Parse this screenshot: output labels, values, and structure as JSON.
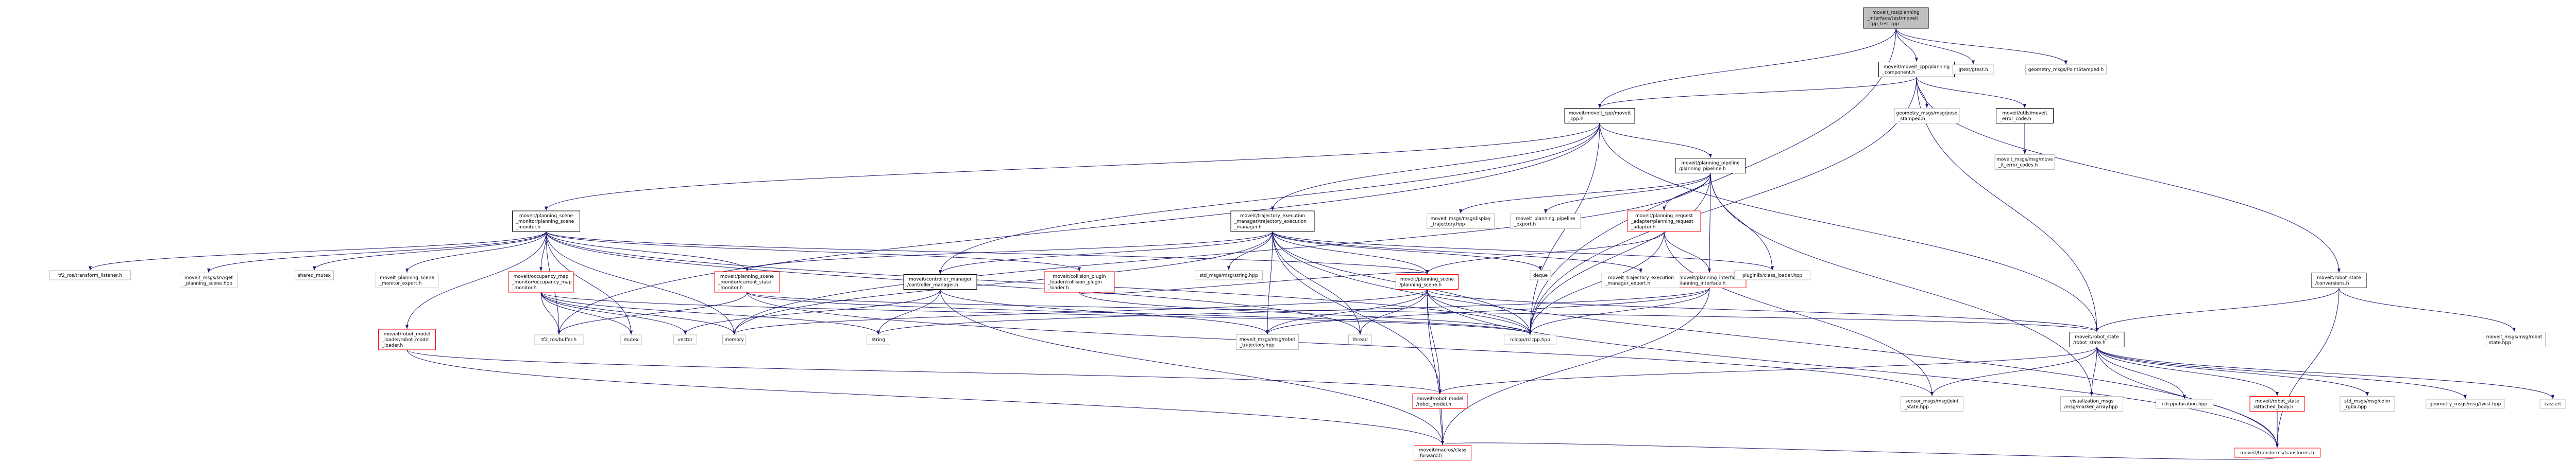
{
  "title": "Include dependency graph for moveit_cpp_test.cpp",
  "colors": {
    "edge": "#191970",
    "root_fill": "#bfbfbf",
    "node_fill": "#ffffff",
    "linked_border": "#000000",
    "unlinked_border": "#bfbfbf",
    "nested_border": "#ff0000"
  },
  "nodes": [
    {
      "id": "root",
      "lines": [
        "moveit_ros/planning",
        "_interface/test/moveit",
        "_cpp_test.cpp"
      ],
      "style": "root"
    },
    {
      "id": "pc",
      "lines": [
        "moveit/moveit_cpp/planning",
        "_component.h"
      ],
      "style": "linked"
    },
    {
      "id": "gtest",
      "lines": [
        "gtest/gtest.h"
      ],
      "style": "unlinked"
    },
    {
      "id": "psgm",
      "lines": [
        "geometry_msgs/PointStamped.h"
      ],
      "style": "unlinked"
    },
    {
      "id": "mcpp",
      "lines": [
        "moveit/moveit_cpp/moveit",
        "_cpp.h"
      ],
      "style": "linked"
    },
    {
      "id": "posestamped",
      "lines": [
        "geometry_msgs/msg/pose",
        "_stamped.h"
      ],
      "style": "unlinked"
    },
    {
      "id": "errcode",
      "lines": [
        "moveit/utils/moveit",
        "_error_code.h"
      ],
      "style": "linked"
    },
    {
      "id": "moveiterr",
      "lines": [
        "moveit_msgs/msg/move",
        "_it_error_codes.h"
      ],
      "style": "unlinked"
    },
    {
      "id": "ppl",
      "lines": [
        "moveit/planning_pipeline",
        "/planning_pipeline.h"
      ],
      "style": "linked"
    },
    {
      "id": "psm",
      "lines": [
        "moveit/planning_scene",
        "_monitor/planning_scene",
        "_monitor.h"
      ],
      "style": "linked"
    },
    {
      "id": "tem",
      "lines": [
        "moveit/trajectory_execution",
        "_manager/trajectory_execution",
        "_manager.h"
      ],
      "style": "linked"
    },
    {
      "id": "rsconv",
      "lines": [
        "moveit/robot_state",
        "/conversions.h"
      ],
      "style": "linked"
    },
    {
      "id": "disptraj",
      "lines": [
        "moveit_msgs/msg/display",
        "_trajectory.hpp"
      ],
      "style": "unlinked"
    },
    {
      "id": "pplexport",
      "lines": [
        "moveit_planning_pipeline",
        "_export.h"
      ],
      "style": "unlinked"
    },
    {
      "id": "preqadapter",
      "lines": [
        "moveit/planning_request",
        "_adapter/planning_request",
        "_adapter.h"
      ],
      "style": "nested"
    },
    {
      "id": "pinterface",
      "lines": [
        "moveit/planning_interface",
        "/planning_interface.h"
      ],
      "style": "nested"
    },
    {
      "id": "tf2listener",
      "lines": [
        "tf2_ros/transform_listener.h"
      ],
      "style": "unlinked"
    },
    {
      "id": "getps",
      "lines": [
        "moveit_msgs/srv/get",
        "_planning_scene.hpp"
      ],
      "style": "unlinked"
    },
    {
      "id": "sharedmutex",
      "lines": [
        "shared_mutex"
      ],
      "style": "unlinked"
    },
    {
      "id": "psmexport",
      "lines": [
        "moveit_planning_scene",
        "_monitor_export.h"
      ],
      "style": "unlinked"
    },
    {
      "id": "occmap",
      "lines": [
        "moveit/occupancy_map",
        "_monitor/occupancy_map",
        "_monitor.h"
      ],
      "style": "nested"
    },
    {
      "id": "csm",
      "lines": [
        "moveit/planning_scene",
        "_monitor/current_state",
        "_monitor.h"
      ],
      "style": "nested"
    },
    {
      "id": "ctrlmgr",
      "lines": [
        "moveit/controller_manager",
        "/controller_manager.h"
      ],
      "style": "linked"
    },
    {
      "id": "collplugin",
      "lines": [
        "moveit/collision_plugin",
        "_loader/collision_plugin",
        "_loader.h"
      ],
      "style": "nested"
    },
    {
      "id": "stdstring",
      "lines": [
        "std_msgs/msg/string.hpp"
      ],
      "style": "unlinked"
    },
    {
      "id": "ps",
      "lines": [
        "moveit/planning_scene",
        "/planning_scene.h"
      ],
      "style": "nested"
    },
    {
      "id": "deque",
      "lines": [
        "deque"
      ],
      "style": "unlinked"
    },
    {
      "id": "temexport",
      "lines": [
        "moveit_trajectory_execution",
        "_manager_export.h"
      ],
      "style": "unlinked"
    },
    {
      "id": "pluginlib",
      "lines": [
        "pluginlib/class_loader.hpp"
      ],
      "style": "unlinked"
    },
    {
      "id": "rmloader",
      "lines": [
        "moveit/robot_model",
        "_loader/robot_model",
        "_loader.h"
      ],
      "style": "nested"
    },
    {
      "id": "tf2buffer",
      "lines": [
        "tf2_ros/buffer.h"
      ],
      "style": "unlinked"
    },
    {
      "id": "mutex",
      "lines": [
        "mutex"
      ],
      "style": "unlinked"
    },
    {
      "id": "vector",
      "lines": [
        "vector"
      ],
      "style": "unlinked"
    },
    {
      "id": "memory",
      "lines": [
        "memory"
      ],
      "style": "unlinked"
    },
    {
      "id": "string",
      "lines": [
        "string"
      ],
      "style": "unlinked"
    },
    {
      "id": "robottraj",
      "lines": [
        "moveit_msgs/msg/robot",
        "_trajectory.hpp"
      ],
      "style": "unlinked"
    },
    {
      "id": "thread",
      "lines": [
        "thread"
      ],
      "style": "unlinked"
    },
    {
      "id": "rclcpp",
      "lines": [
        "rclcpp/rclcpp.hpp"
      ],
      "style": "unlinked"
    },
    {
      "id": "rs",
      "lines": [
        "moveit/robot_state",
        "/robot_state.h"
      ],
      "style": "linked"
    },
    {
      "id": "rsmsg",
      "lines": [
        "moveit_msgs/msg/robot",
        "_state.hpp"
      ],
      "style": "unlinked"
    },
    {
      "id": "rm",
      "lines": [
        "moveit/robot_model",
        "/robot_model.h"
      ],
      "style": "nested"
    },
    {
      "id": "jointstate",
      "lines": [
        "sensor_msgs/msg/joint",
        "_state.hpp"
      ],
      "style": "unlinked"
    },
    {
      "id": "markerarr",
      "lines": [
        "visualization_msgs",
        "/msg/marker_array.hpp"
      ],
      "style": "unlinked"
    },
    {
      "id": "duration",
      "lines": [
        "rclcpp/duration.hpp"
      ],
      "style": "unlinked"
    },
    {
      "id": "attbody",
      "lines": [
        "moveit/robot_state",
        "/attached_body.h"
      ],
      "style": "nested"
    },
    {
      "id": "colorrgba",
      "lines": [
        "std_msgs/msg/color",
        "_rgba.hpp"
      ],
      "style": "unlinked"
    },
    {
      "id": "twist",
      "lines": [
        "geometry_msgs/msg/twist.hpp"
      ],
      "style": "unlinked"
    },
    {
      "id": "cassert",
      "lines": [
        "cassert"
      ],
      "style": "unlinked"
    },
    {
      "id": "transforms",
      "lines": [
        "moveit/transforms/transforms.h"
      ],
      "style": "nested"
    },
    {
      "id": "classfwd",
      "lines": [
        "moveit/macros/class",
        "_forward.h"
      ],
      "style": "nested"
    }
  ],
  "edges": [
    [
      "root",
      "pc"
    ],
    [
      "root",
      "gtest"
    ],
    [
      "root",
      "psgm"
    ],
    [
      "root",
      "mcpp"
    ],
    [
      "root",
      "rclcpp"
    ],
    [
      "pc",
      "mcpp"
    ],
    [
      "pc",
      "posestamped"
    ],
    [
      "pc",
      "errcode"
    ],
    [
      "pc",
      "rsconv"
    ],
    [
      "pc",
      "rs"
    ],
    [
      "pc",
      "rclcpp"
    ],
    [
      "errcode",
      "moveiterr"
    ],
    [
      "mcpp",
      "ppl"
    ],
    [
      "mcpp",
      "psm"
    ],
    [
      "mcpp",
      "tem"
    ],
    [
      "mcpp",
      "rs"
    ],
    [
      "mcpp",
      "ctrlmgr"
    ],
    [
      "mcpp",
      "rclcpp"
    ],
    [
      "mcpp",
      "tf2buffer"
    ],
    [
      "ppl",
      "disptraj"
    ],
    [
      "ppl",
      "pplexport"
    ],
    [
      "ppl",
      "preqadapter"
    ],
    [
      "ppl",
      "pinterface"
    ],
    [
      "ppl",
      "pluginlib"
    ],
    [
      "ppl",
      "rclcpp"
    ],
    [
      "ppl",
      "memory"
    ],
    [
      "ppl",
      "markerarr"
    ],
    [
      "preqadapter",
      "pinterface"
    ],
    [
      "preqadapter",
      "ps"
    ],
    [
      "preqadapter",
      "rclcpp"
    ],
    [
      "preqadapter",
      "jointstate"
    ],
    [
      "pinterface",
      "rclcpp"
    ],
    [
      "pinterface",
      "string"
    ],
    [
      "pinterface",
      "classfwd"
    ],
    [
      "pinterface",
      "robottraj"
    ],
    [
      "psm",
      "tf2listener"
    ],
    [
      "psm",
      "getps"
    ],
    [
      "psm",
      "sharedmutex"
    ],
    [
      "psm",
      "psmexport"
    ],
    [
      "psm",
      "occmap"
    ],
    [
      "psm",
      "csm"
    ],
    [
      "psm",
      "collplugin"
    ],
    [
      "psm",
      "ps"
    ],
    [
      "psm",
      "rmloader"
    ],
    [
      "psm",
      "tf2buffer"
    ],
    [
      "psm",
      "mutex"
    ],
    [
      "psm",
      "memory"
    ],
    [
      "psm",
      "rclcpp"
    ],
    [
      "psm",
      "thread"
    ],
    [
      "occmap",
      "tf2buffer"
    ],
    [
      "occmap",
      "mutex"
    ],
    [
      "occmap",
      "vector"
    ],
    [
      "occmap",
      "memory"
    ],
    [
      "occmap",
      "string"
    ],
    [
      "occmap",
      "rclcpp"
    ],
    [
      "csm",
      "rs"
    ],
    [
      "csm",
      "tf2buffer"
    ],
    [
      "csm",
      "jointstate"
    ],
    [
      "csm",
      "rclcpp"
    ],
    [
      "collplugin",
      "ps"
    ],
    [
      "collplugin",
      "rclcpp"
    ],
    [
      "tem",
      "ctrlmgr"
    ],
    [
      "tem",
      "stdstring"
    ],
    [
      "tem",
      "deque"
    ],
    [
      "tem",
      "temexport"
    ],
    [
      "tem",
      "pluginlib"
    ],
    [
      "tem",
      "rclcpp"
    ],
    [
      "tem",
      "robottraj"
    ],
    [
      "tem",
      "thread"
    ],
    [
      "tem",
      "memory"
    ],
    [
      "tem",
      "ps"
    ],
    [
      "tem",
      "rm"
    ],
    [
      "tem",
      "transforms"
    ],
    [
      "tem",
      "csm"
    ],
    [
      "ctrlmgr",
      "robottraj"
    ],
    [
      "ctrlmgr",
      "string"
    ],
    [
      "ctrlmgr",
      "vector"
    ],
    [
      "ctrlmgr",
      "classfwd"
    ],
    [
      "ps",
      "rm"
    ],
    [
      "ps",
      "rs"
    ],
    [
      "ps",
      "rclcpp"
    ],
    [
      "ps",
      "classfwd"
    ],
    [
      "ps",
      "thread"
    ],
    [
      "ps",
      "transforms"
    ],
    [
      "ps",
      "memory"
    ],
    [
      "ps",
      "robottraj"
    ],
    [
      "rmloader",
      "rm"
    ],
    [
      "rmloader",
      "classfwd"
    ],
    [
      "rs",
      "rm"
    ],
    [
      "rs",
      "jointstate"
    ],
    [
      "rs",
      "markerarr"
    ],
    [
      "rs",
      "duration"
    ],
    [
      "rs",
      "attbody"
    ],
    [
      "rs",
      "colorrgba"
    ],
    [
      "rs",
      "twist"
    ],
    [
      "rs",
      "cassert"
    ],
    [
      "rs",
      "transforms"
    ],
    [
      "rsconv",
      "rs"
    ],
    [
      "rsconv",
      "rsmsg"
    ],
    [
      "rsconv",
      "transforms"
    ],
    [
      "rm",
      "classfwd"
    ],
    [
      "transforms",
      "classfwd"
    ],
    [
      "attbody",
      "transforms"
    ]
  ]
}
